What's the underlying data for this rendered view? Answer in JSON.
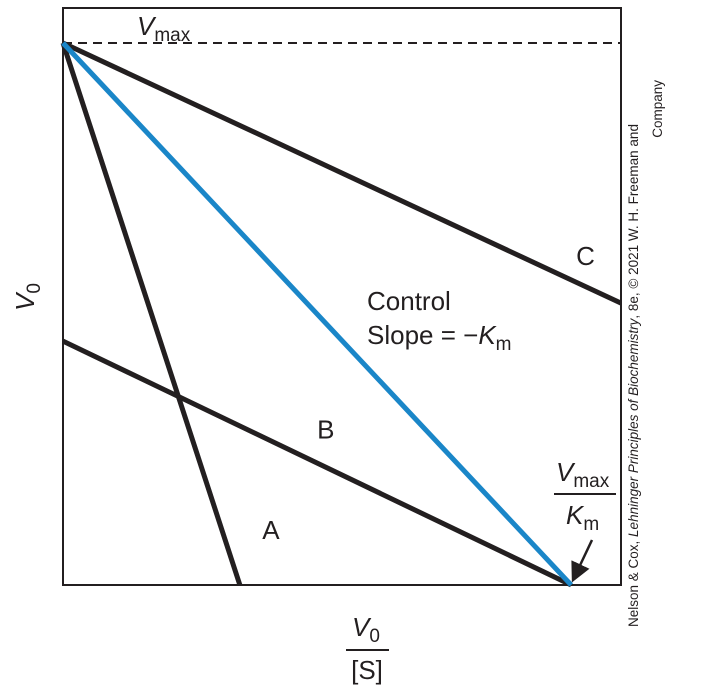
{
  "chart_data": {
    "type": "line",
    "title": "",
    "xlabel": {
      "numerator_var": "V",
      "numerator_sub": "0",
      "denominator": "[S]"
    },
    "ylabel": {
      "var": "V",
      "sub": "0"
    },
    "xlim": [
      0,
      1.12
    ],
    "ylim": [
      0,
      1
    ],
    "grid": false,
    "vmax_line": {
      "y": 1,
      "style": "dashed",
      "label_var": "V",
      "label_sub": "max"
    },
    "x_intercept_label": {
      "num_var": "V",
      "num_sub": "max",
      "den_var": "K",
      "den_sub": "m"
    },
    "control_annotation": {
      "line1": "Control",
      "line2_prefix": "Slope = −",
      "line2_var": "K",
      "line2_sub": "m"
    },
    "series": [
      {
        "name": "Control",
        "color": "#1a86c8",
        "points": [
          [
            0,
            1
          ],
          [
            1.02,
            0
          ]
        ]
      },
      {
        "name": "A",
        "color": "#231f20",
        "points": [
          [
            0,
            1
          ],
          [
            0.355,
            0
          ]
        ]
      },
      {
        "name": "B",
        "color": "#231f20",
        "points": [
          [
            0,
            0.45
          ],
          [
            1.02,
            0
          ]
        ]
      },
      {
        "name": "C",
        "color": "#231f20",
        "points": [
          [
            0,
            1
          ],
          [
            1.12,
            0.52
          ]
        ]
      }
    ],
    "series_labels": [
      {
        "text": "A",
        "x": 0.4,
        "y": 0.085
      },
      {
        "text": "B",
        "x": 0.51,
        "y": 0.27
      },
      {
        "text": "C",
        "x": 1.03,
        "y": 0.59
      }
    ]
  },
  "credit": {
    "prefix": "Nelson & Cox, ",
    "book_title": "Lehninger Principles of Biochemistry",
    "suffix": ", 8e, © 2021 W. H. Freeman and",
    "line2": "Company"
  }
}
